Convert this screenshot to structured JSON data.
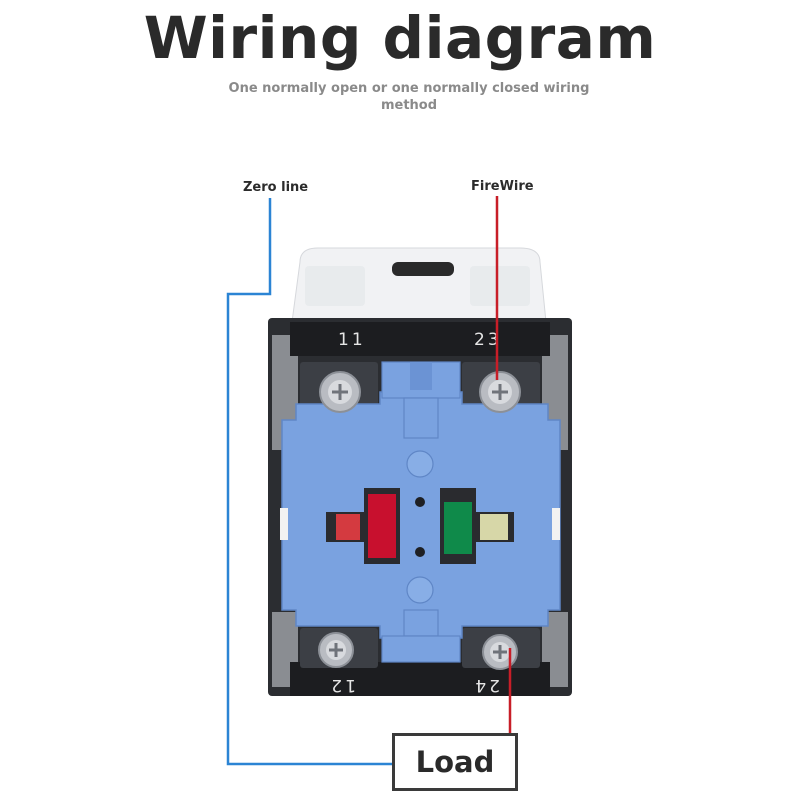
{
  "title": "Wiring diagram",
  "subtitle": "One normally open or one normally closed wiring method",
  "labels": {
    "zero_line": "Zero line",
    "fire_wire": "FireWire",
    "load": "Load"
  },
  "terminals": {
    "top_left": "11",
    "top_right": "23",
    "bottom_left": "12",
    "bottom_right": "24"
  },
  "colors": {
    "zero_line_wire": "#2b84d4",
    "fire_wire": "#c81e28",
    "block_body": "#7aa2e0",
    "nc_contact": "#c8102e",
    "no_contact": "#0f8a4a"
  }
}
